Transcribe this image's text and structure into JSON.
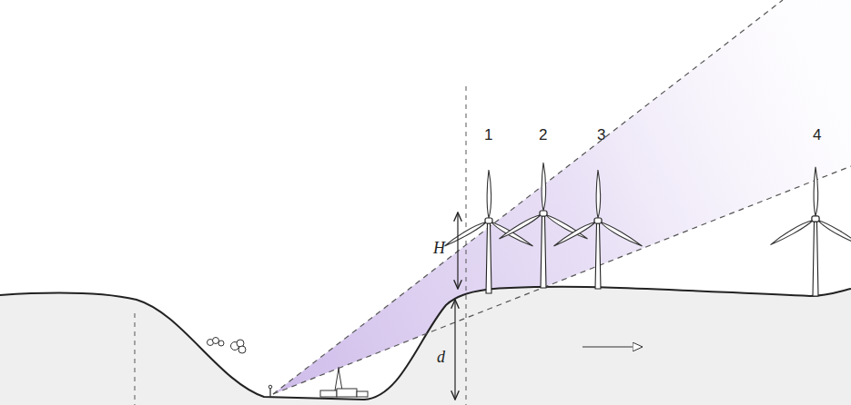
{
  "diagram": {
    "labels": [
      "1",
      "2",
      "3",
      "4",
      "H",
      "d"
    ]
  }
}
